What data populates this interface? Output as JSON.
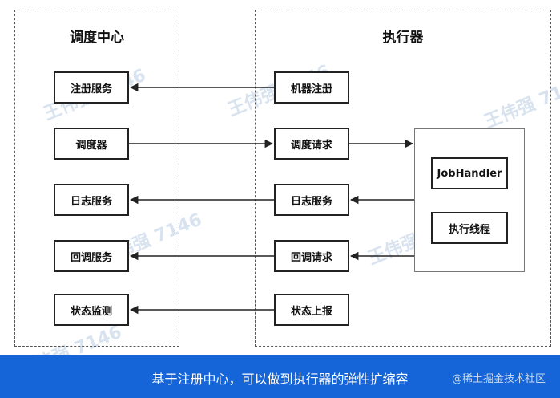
{
  "left_group": {
    "title": "调度中心",
    "nodes": [
      "注册服务",
      "调度器",
      "日志服务",
      "回调服务",
      "状态监测"
    ]
  },
  "right_group": {
    "title": "执行器",
    "nodes": [
      "机器注册",
      "调度请求",
      "日志服务",
      "回调请求",
      "状态上报"
    ],
    "inner": [
      "JobHandler",
      "执行线程"
    ]
  },
  "caption": "基于注册中心，可以做到执行器的弹性扩缩容",
  "source_mark": "@稀土掘金技术社区",
  "watermark_text": "王伟强 7146",
  "colors": {
    "caption_bar": "#1565d8",
    "edges": "#222222"
  }
}
